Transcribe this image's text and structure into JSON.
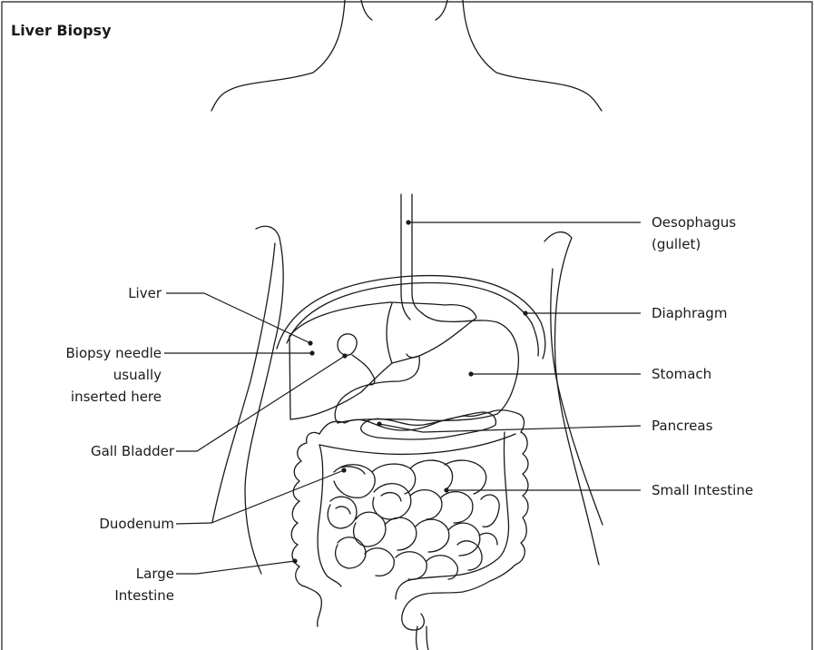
{
  "title": "Liver Biopsy",
  "labels": {
    "liver": "Liver",
    "biopsy_1": "Biopsy needle",
    "biopsy_2": "usually",
    "biopsy_3": "inserted here",
    "gall_bladder": "Gall Bladder",
    "duodenum": "Duodenum",
    "large_intestine_1": "Large",
    "large_intestine_2": "Intestine",
    "oesophagus_1": "Oesophagus",
    "oesophagus_2": "(gullet)",
    "diaphragm": "Diaphragm",
    "stomach": "Stomach",
    "pancreas": "Pancreas",
    "small_intestine": "Small Intestine"
  }
}
